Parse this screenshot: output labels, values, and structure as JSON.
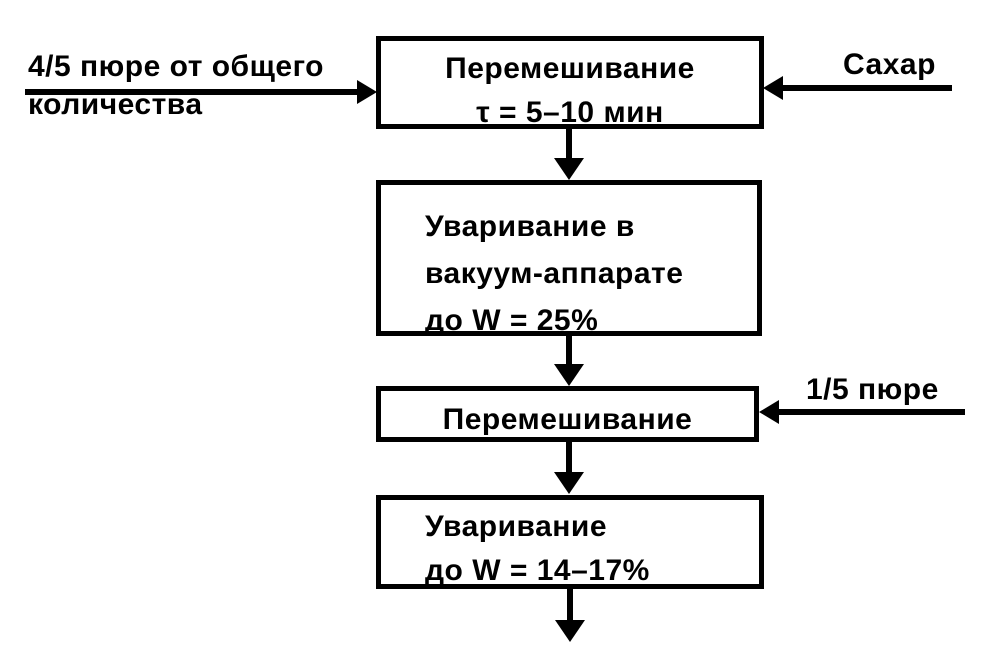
{
  "flowchart": {
    "background_color": "#ffffff",
    "stroke_color": "#000000",
    "boxes": [
      {
        "id": "mixing-1",
        "lines": [
          "Перемешивание",
          "τ = 5–10 мин"
        ]
      },
      {
        "id": "vacuum-boiling",
        "lines": [
          "Уваривание в",
          "вакуум-аппарате",
          "до W = 25%"
        ]
      },
      {
        "id": "mixing-2",
        "lines": [
          "Перемешивание"
        ]
      },
      {
        "id": "final-boiling",
        "lines": [
          "Уваривание",
          "до W = 14–17%"
        ]
      }
    ],
    "input_labels": [
      {
        "id": "puree-main",
        "target": "mixing-1",
        "side": "left",
        "lines": [
          "4/5 пюре от общего",
          "количества"
        ]
      },
      {
        "id": "sugar",
        "target": "mixing-1",
        "side": "right",
        "lines": [
          "Сахар"
        ]
      },
      {
        "id": "puree-fifth",
        "target": "mixing-2",
        "side": "right",
        "lines": [
          "1/5 пюре"
        ]
      }
    ]
  }
}
